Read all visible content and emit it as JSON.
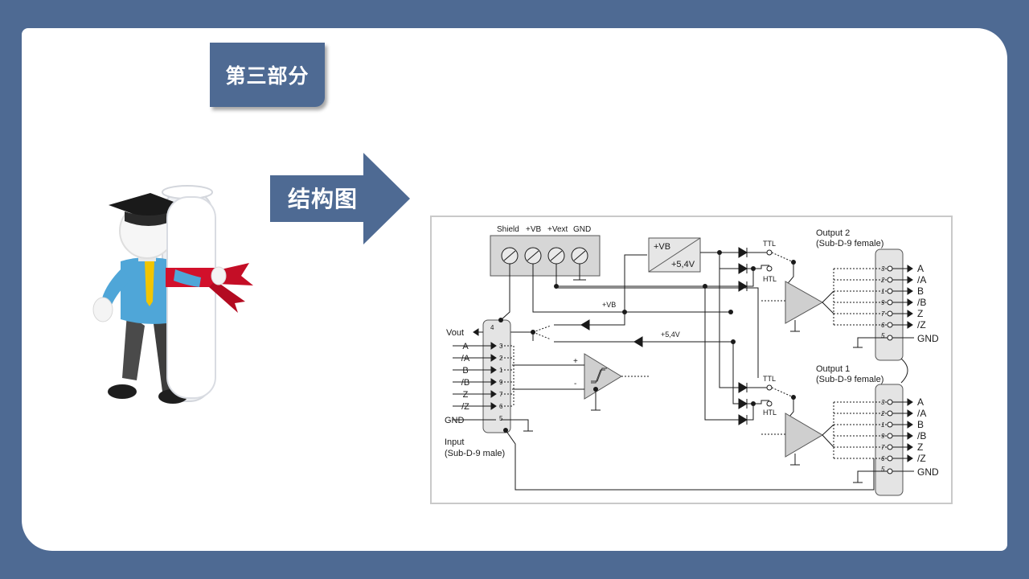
{
  "slide": {
    "section_label": "第三部分",
    "heading": "结构图"
  },
  "diagram": {
    "terminal_labels": [
      "Shield",
      "+VB",
      "+Vext",
      "GND"
    ],
    "regulator": {
      "input": "+VB",
      "output": "+5,4V"
    },
    "bus_labels": {
      "vb": "+VB",
      "v54": "+5,4V"
    },
    "vout_label": "Vout",
    "switch_labels": {
      "ttl": "TTL",
      "htl": "HTL"
    },
    "input": {
      "title": "Input",
      "subtitle": "(Sub-D-9 male)",
      "pins": [
        "3",
        "2",
        "1",
        "9",
        "7",
        "6",
        "5"
      ],
      "signals": [
        "A",
        "/A",
        "B",
        "/B",
        "Z",
        "/Z",
        "GND"
      ],
      "vout_pin": "4"
    },
    "comparator_signs": [
      "+",
      "-"
    ],
    "output2": {
      "title": "Output 2",
      "subtitle": "(Sub-D-9 female)",
      "pins": [
        "3",
        "2",
        "1",
        "9",
        "7",
        "6",
        "5"
      ],
      "signals": [
        "A",
        "/A",
        "B",
        "/B",
        "Z",
        "/Z",
        "GND"
      ]
    },
    "output1": {
      "title": "Output 1",
      "subtitle": "(Sub-D-9 female)",
      "pins": [
        "3",
        "2",
        "1",
        "9",
        "7",
        "6",
        "5"
      ],
      "signals": [
        "A",
        "/A",
        "B",
        "/B",
        "Z",
        "/Z",
        "GND"
      ]
    }
  }
}
